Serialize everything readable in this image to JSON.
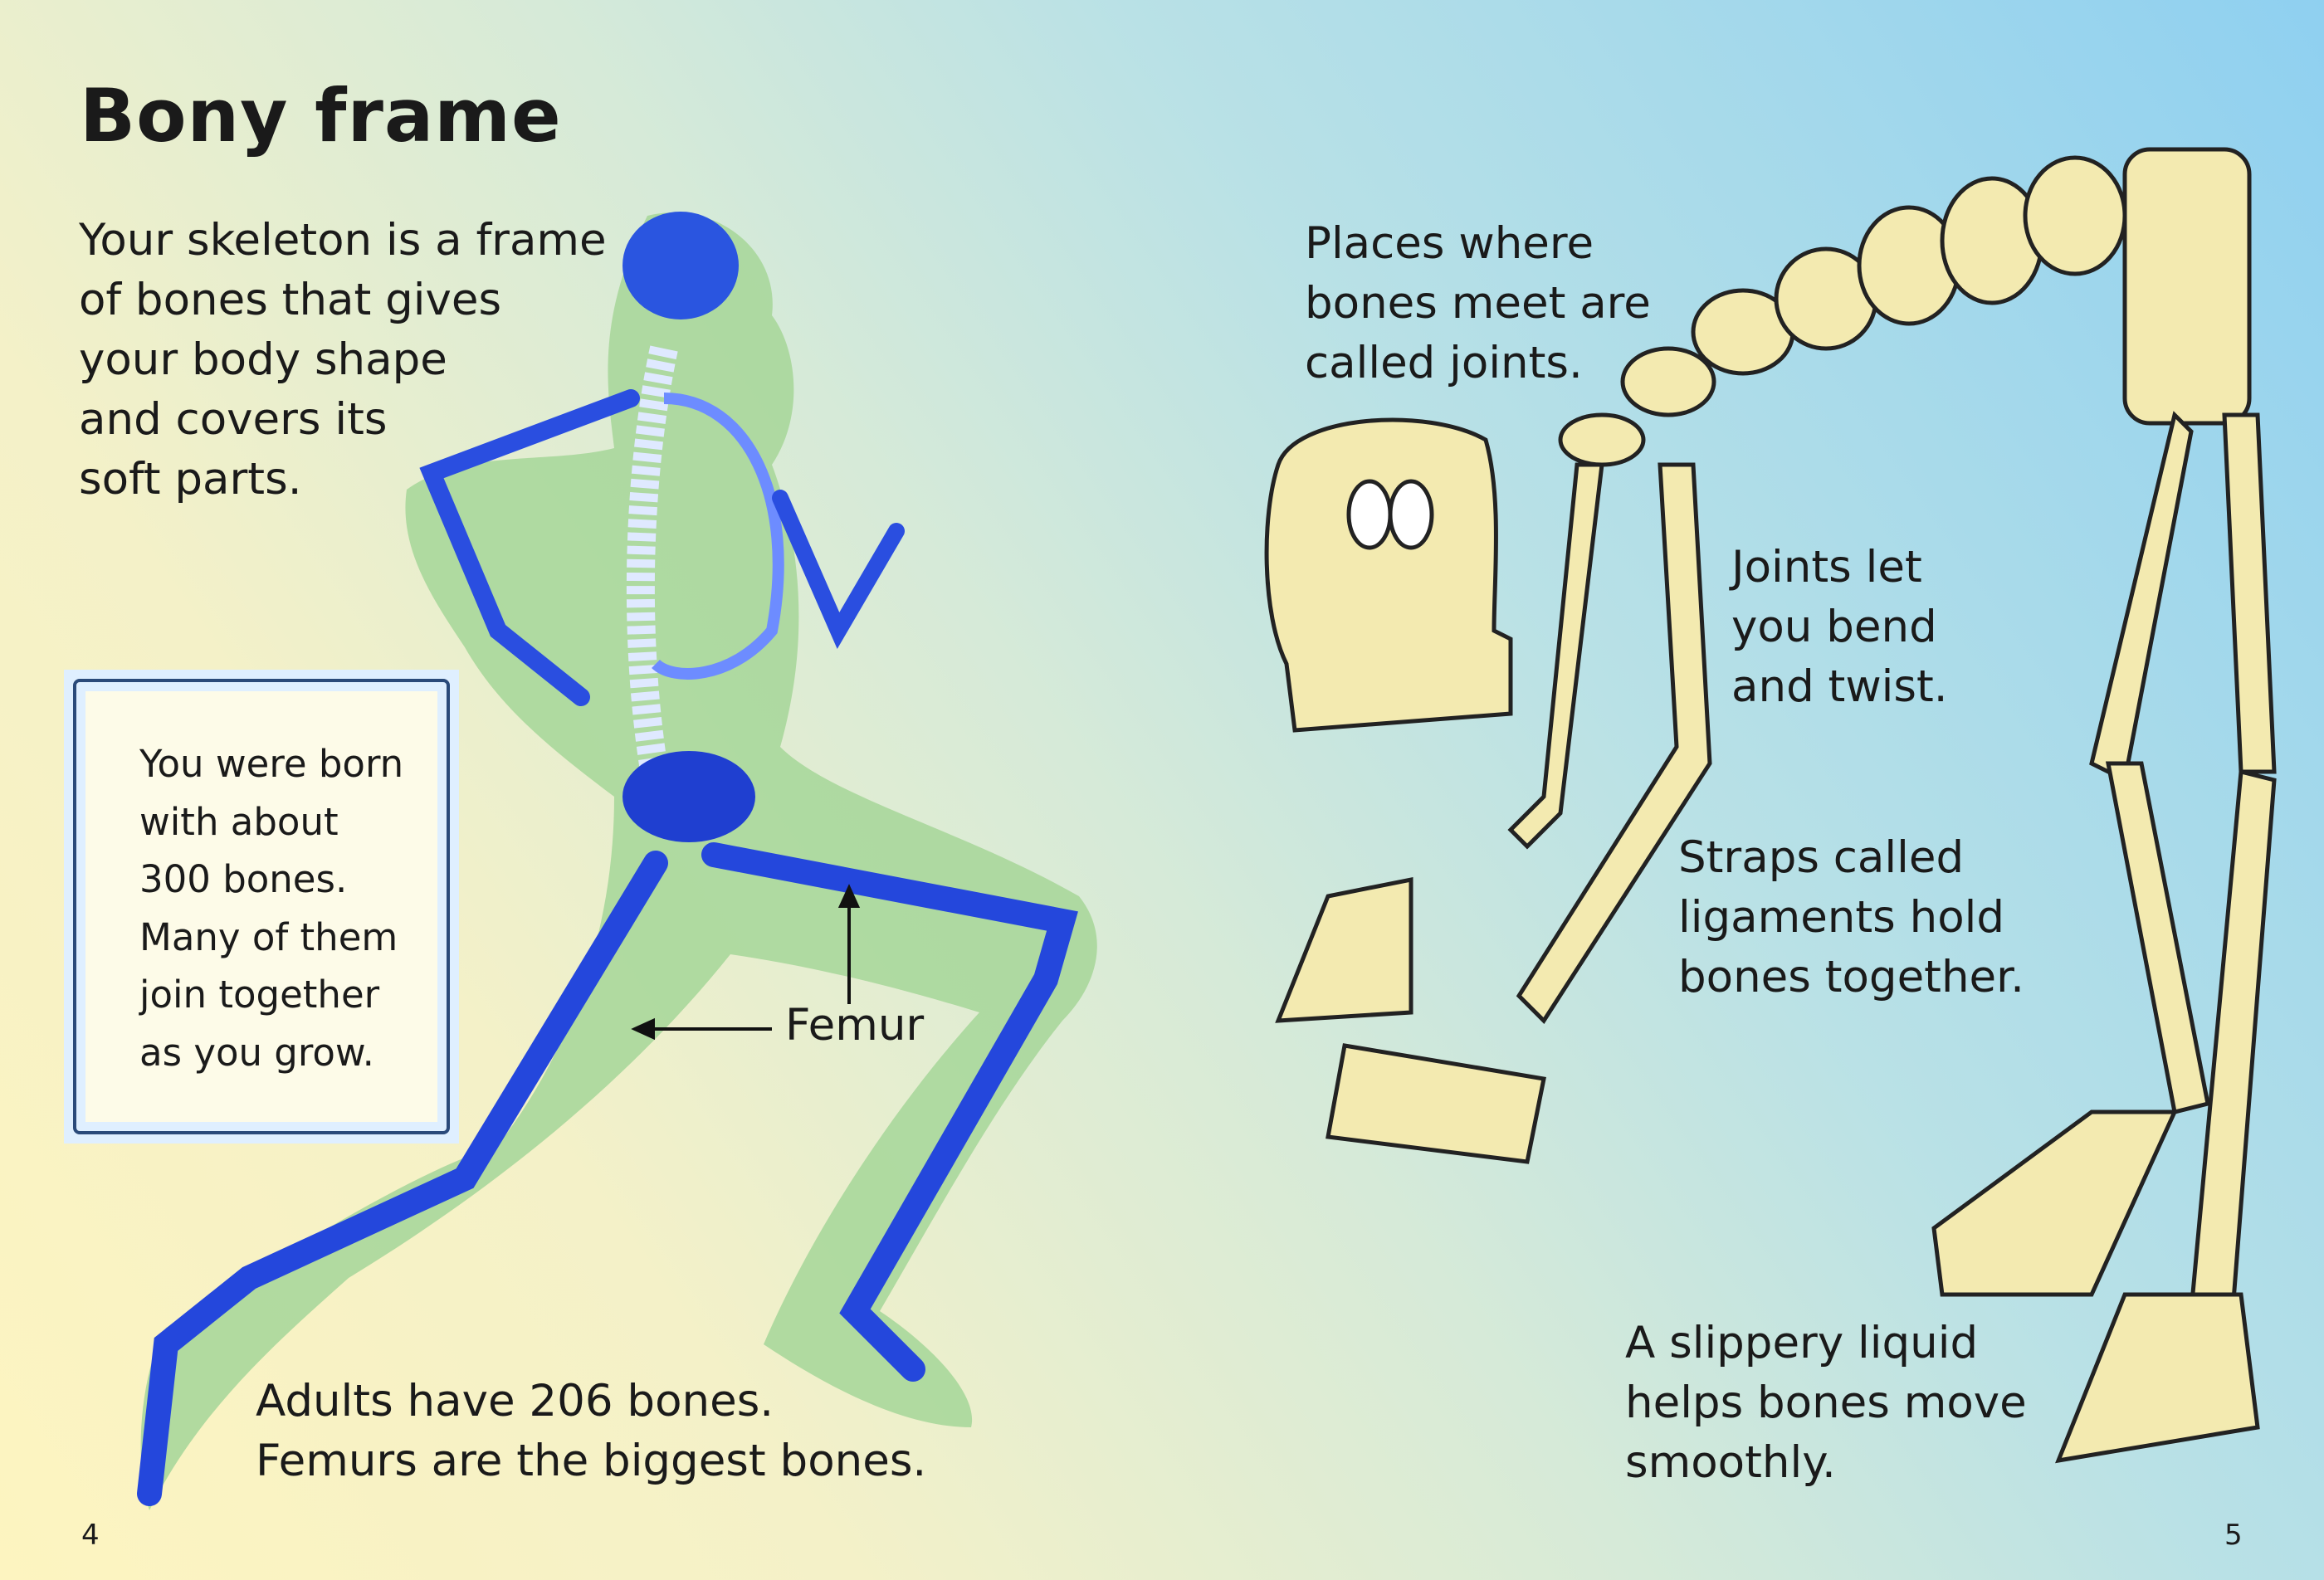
{
  "title": "Bony frame",
  "intro": [
    "Your skeleton is a frame",
    "of bones that gives",
    "your body shape",
    "and covers its",
    "soft parts."
  ],
  "fact_box": [
    "You were born",
    "with about",
    "300 bones.",
    "Many of them",
    "join together",
    "as you grow."
  ],
  "femur_label": "Femur",
  "adults": [
    "Adults have 206 bones.",
    "Femurs are the biggest bones."
  ],
  "joints": [
    "Places where",
    "bones meet are",
    "called joints."
  ],
  "bend": [
    "Joints let",
    "you bend",
    "and twist."
  ],
  "ligaments": [
    "Straps called",
    "ligaments hold",
    "bones together."
  ],
  "liquid": [
    "A slippery liquid",
    "helps bones move",
    "smoothly."
  ],
  "page_left": "4",
  "page_right": "5",
  "colors": {
    "bone_blue": "#1f3fd0",
    "body_green": "#a8d89a",
    "robot_bone": "#f3eab0"
  }
}
